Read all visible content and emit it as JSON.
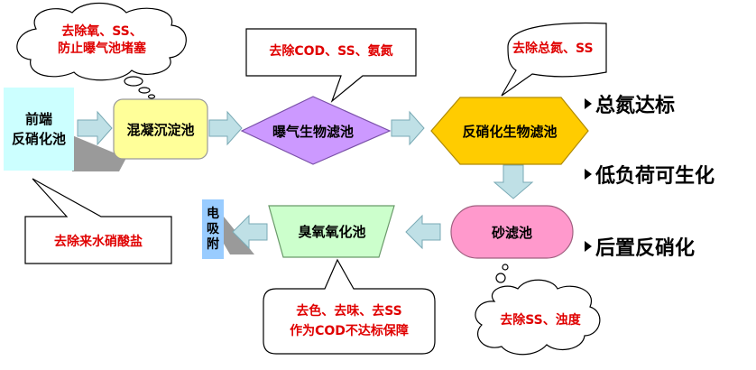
{
  "nodes": {
    "pre_denitrification": "前端\n反硝化池",
    "coagulation": "混凝沉淀池",
    "aerated_bio_filter": "曝气生物滤池",
    "denitrification_bio_filter": "反硝化生物滤池",
    "sand_filter": "砂滤池",
    "ozone_oxidation": "臭氧氧化池",
    "electro_adsorption": "电\n吸\n附"
  },
  "callouts": {
    "coagulation_note": "去除氧、SS、\n防止曝气池堵塞",
    "aerated_note": "去除COD、SS、氨氮",
    "denitrification_note": "去除总氮、SS",
    "pre_note": "去除来水硝酸盐",
    "ozone_note": "去色、去味、去SS\n作为COD不达标保障",
    "sand_note": "去除SS、浊度"
  },
  "side_notes": [
    "总氮达标",
    "低负荷可生化",
    "后置反硝化"
  ],
  "colors": {
    "pre_fill": "#ccffff",
    "coag_fill": "#ffff99",
    "aerated_fill": "#cc99ff",
    "denit_fill": "#ffcc00",
    "sand_fill": "#ff99cc",
    "ozone_fill": "#ccffcc",
    "electro_fill": "#99ccff",
    "arrow_fill": "#bfe0e6",
    "callout_text": "#e00000"
  }
}
